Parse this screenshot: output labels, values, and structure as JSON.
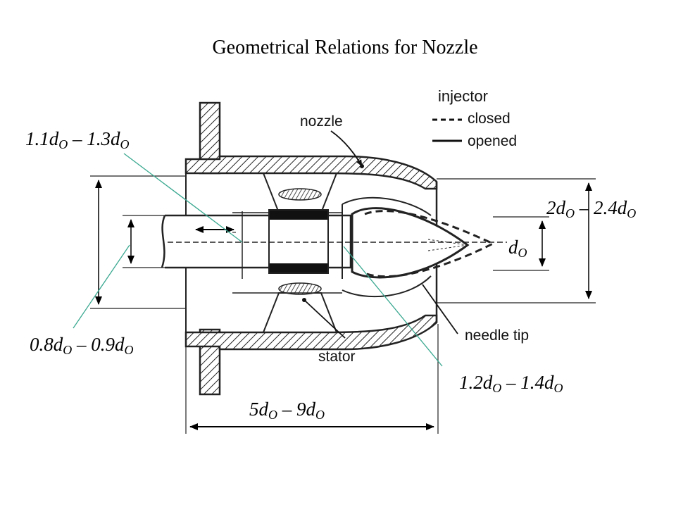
{
  "title": "Geometrical Relations for Nozzle",
  "legend": {
    "title": "injector",
    "closed": "closed",
    "opened": "opened"
  },
  "parts": {
    "nozzle": "nozzle",
    "stator": "stator",
    "needle_tip": "needle tip"
  },
  "dimensions": {
    "d1": {
      "a": "1.1d",
      "sa": "O",
      "sep": " – ",
      "b": "1.3d",
      "sb": "O"
    },
    "d2": {
      "a": "2d",
      "sa": "O",
      "sep": " – ",
      "b": "2.4d",
      "sb": "O"
    },
    "d3": {
      "a": "d",
      "sa": "O"
    },
    "d4": {
      "a": "0.8d",
      "sa": "O",
      "sep": " – ",
      "b": "0.9d",
      "sb": "O"
    },
    "d5": {
      "a": "1.2d",
      "sa": "O",
      "sep": " – ",
      "b": "1.4d",
      "sb": "O"
    },
    "d6": {
      "a": "5d",
      "sa": "O",
      "sep": " – ",
      "b": "9d",
      "sb": "O"
    }
  },
  "colors": {
    "leader": "#3aa890",
    "ink": "#000000",
    "drawing": "#222222"
  }
}
